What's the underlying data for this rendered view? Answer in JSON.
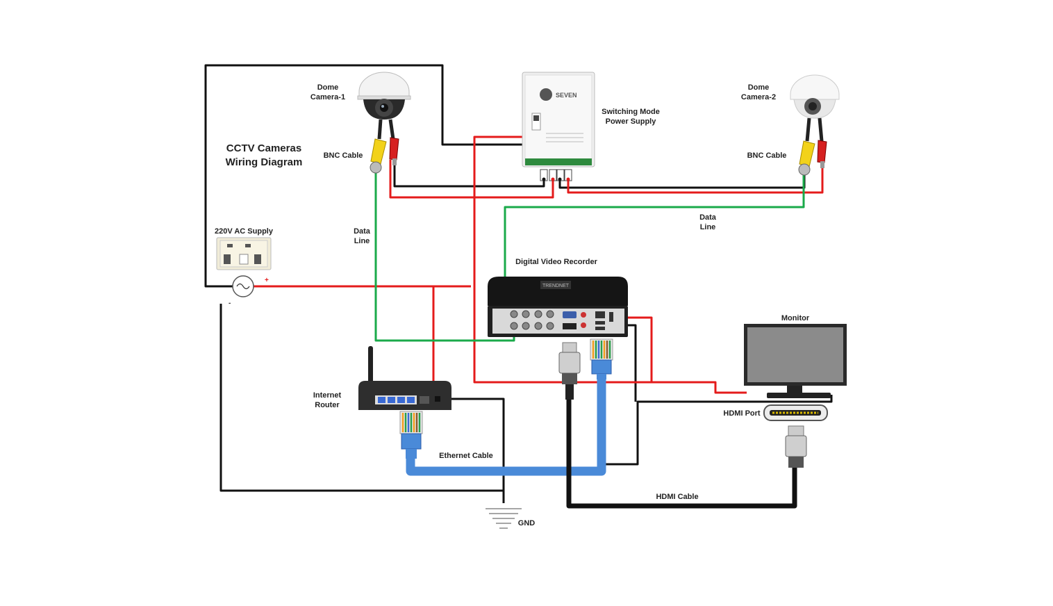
{
  "title": "CCTV Cameras\nWiring Diagram",
  "labels": {
    "dome_camera_1": "Dome\nCamera-1",
    "dome_camera_2": "Dome\nCamera-2",
    "power_supply": "Switching Mode\nPower Supply",
    "bnc_cable_1": "BNC Cable",
    "bnc_cable_2": "BNC Cable",
    "ac_supply": "220V AC Supply",
    "data_line_1": "Data\nLine",
    "data_line_2": "Data\nLine",
    "dvr": "Digital Video Recorder",
    "monitor": "Monitor",
    "hdmi_port": "HDMI Port",
    "router": "Internet\nRouter",
    "ethernet_cable": "Ethernet Cable",
    "hdmi_cable": "HDMI Cable",
    "gnd": "GND",
    "plus": "+",
    "minus": "-"
  },
  "device_text": {
    "psu_brand": "SEVEN",
    "dvr_brand": "TRENDNET"
  },
  "colors": {
    "wire_black": "#111111",
    "wire_red": "#e41b1b",
    "wire_green": "#1aaa4a",
    "ethernet_blue": "#4a8ad8",
    "bnc_yellow": "#f2d21a"
  }
}
